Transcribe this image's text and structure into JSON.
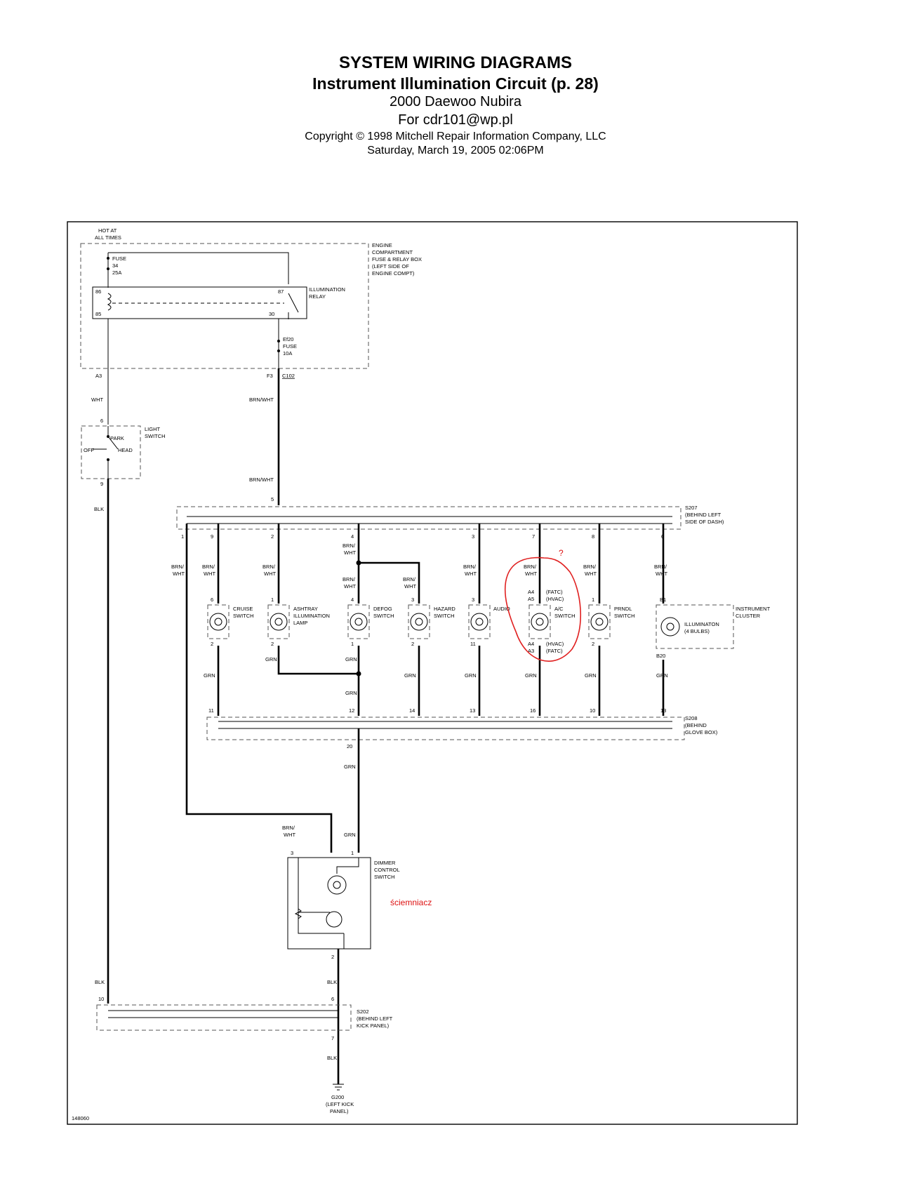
{
  "header": {
    "title": "SYSTEM WIRING DIAGRAMS",
    "subtitle": "Instrument Illumination Circuit (p. 28)",
    "vehicle": "2000 Daewoo Nubira",
    "user": "For cdr101@wp.pl",
    "copyright": "Copyright © 1998 Mitchell Repair Information Company, LLC",
    "date": "Saturday, March 19, 2005  02:06PM"
  },
  "diagram": {
    "hot_at": "HOT AT",
    "all_times": "ALL TIMES",
    "fuse34": [
      "FUSE",
      "34",
      "25A"
    ],
    "engine_box": [
      "ENGINE",
      "COMPARTMENT",
      "FUSE & RELAY BOX",
      "(LEFT SIDE OF",
      "ENGINE COMPT)"
    ],
    "relay": [
      "ILLUMINATION",
      "RELAY"
    ],
    "ef20": [
      "Ef20",
      "FUSE",
      "10A"
    ],
    "light_switch": [
      "LIGHT",
      "SWITCH"
    ],
    "park": "PARK",
    "off": "OFF",
    "head": "HEAD",
    "s207": [
      "S207",
      "(BEHIND LEFT",
      "SIDE OF DASH)"
    ],
    "s208": [
      "S208",
      "(BEHIND",
      "GLOVE BOX)"
    ],
    "s202": [
      "S202",
      "(BEHIND LEFT",
      "KICK PANEL)"
    ],
    "g200": [
      "G200",
      "(LEFT KICK",
      "PANEL)"
    ],
    "components": {
      "cruise": [
        "CRUISE",
        "SWITCH"
      ],
      "ashtray": [
        "ASHTRAY",
        "ILLUMINATION",
        "LAMP"
      ],
      "defog": [
        "DEFOG",
        "SWITCH"
      ],
      "hazard": [
        "HAZARD",
        "SWITCH"
      ],
      "audio": [
        "AUDIO"
      ],
      "ac": [
        "A/C",
        "SWITCH"
      ],
      "prndl": [
        "PRNDL",
        "SWITCH"
      ],
      "illum": [
        "ILLUMINATON",
        "(4 BULBS)"
      ],
      "cluster": [
        "INSTRUMENT",
        "CLUSTER"
      ],
      "dimmer": [
        "DIMMER",
        "CONTROL",
        "SWITCH"
      ]
    },
    "fatc": "(FATC)",
    "hvac": "(HVAC)",
    "wires": {
      "wht": "WHT",
      "brn_wht": "BRN/WHT",
      "brn": "BRN/",
      "wht2": "WHT",
      "grn": "GRN",
      "blk": "BLK"
    },
    "connectors": {
      "a3": "A3",
      "f3": "F3",
      "c102": "C102"
    },
    "figure_id": "148060"
  },
  "annotation": {
    "question": "?",
    "note": "ściemniacz",
    "color": "#e02020"
  }
}
